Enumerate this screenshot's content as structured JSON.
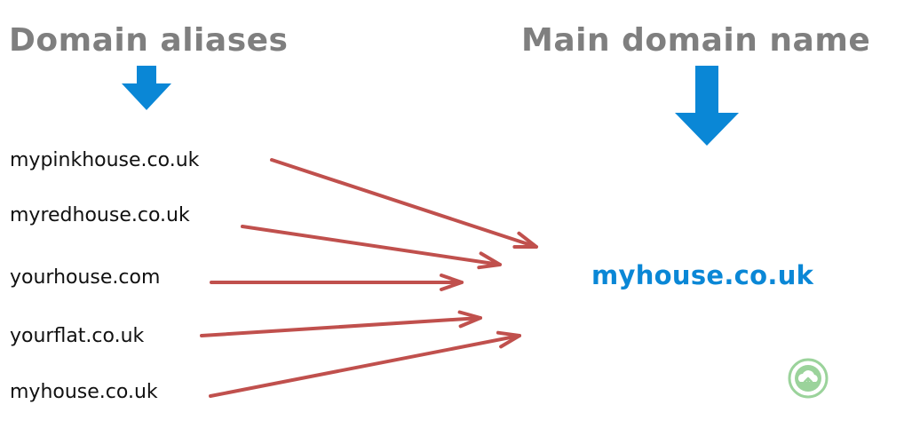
{
  "headings": {
    "aliases": "Domain aliases",
    "main": "Main domain name"
  },
  "aliases": [
    "mypinkhouse.co.uk",
    "myredhouse.co.uk",
    "yourhouse.com",
    "yourflat.co.uk",
    "myhouse.co.uk"
  ],
  "main_domain": "myhouse.co.uk",
  "colors": {
    "heading": "#7f7f7f",
    "blue_arrow": "#0a87d6",
    "main_domain_text": "#0a87d6",
    "connector_arrow": "#c0504d",
    "alias_text": "#111111",
    "watermark_logo": "#9bd39b"
  },
  "icons": {
    "heading_arrows": "down-arrow-icon",
    "connectors": "right-arrow-icon",
    "watermark": "upload-cloud-icon"
  }
}
